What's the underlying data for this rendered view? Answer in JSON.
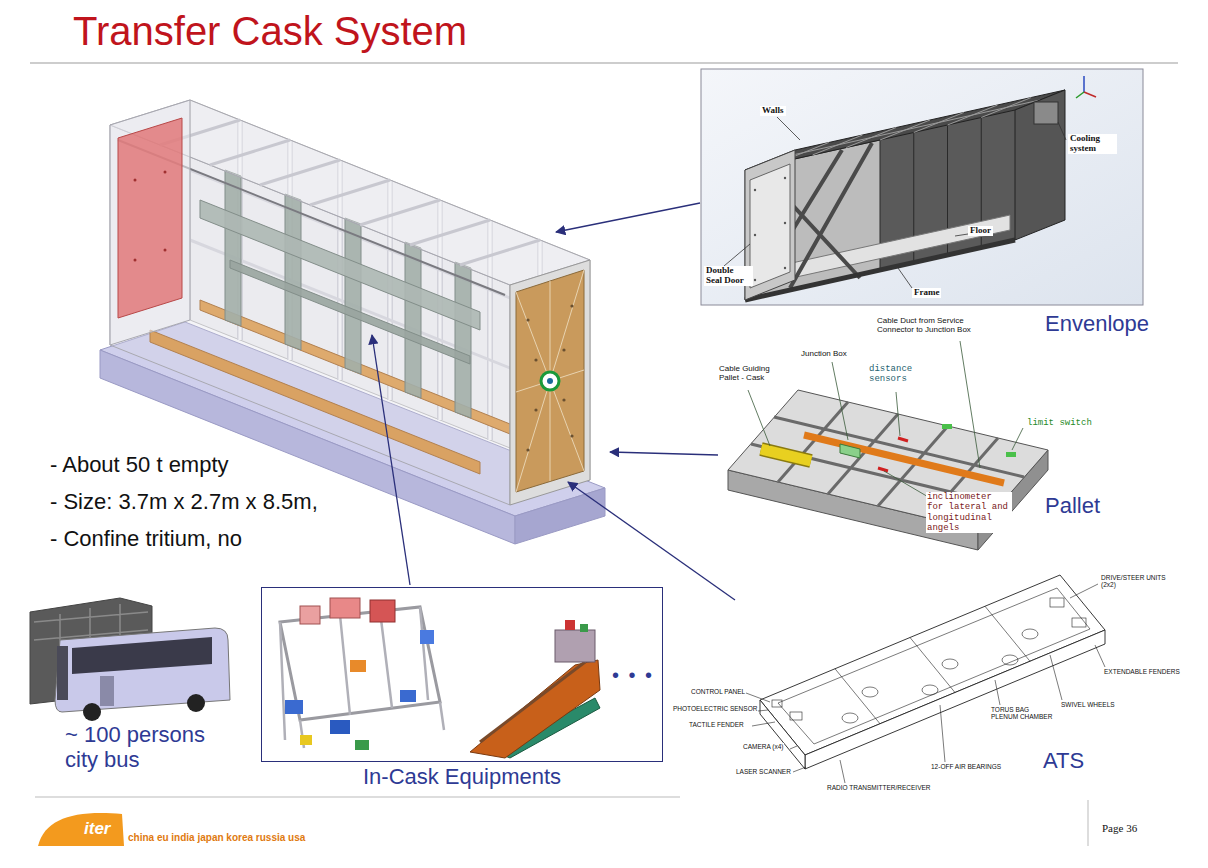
{
  "diagram": {
    "title": "Transfer Cask System",
    "nodes": [
      {
        "text": [
          "In-Cask Equipments"
        ]
      }
    ],
    "labels": [
      "Walls",
      "Cooling system",
      "Double Seal Door",
      "Floor",
      "Frame",
      "Envenlope",
      "Cable Duct from Service Connector to Junction Box",
      "Junction Box",
      "Cable Guiding Pallet - Cask",
      "distance sensors",
      "limit switch",
      "inclinometer for lateral and longitudinal angels",
      "Pallet",
      "- About 50 t empty",
      "- Size: 3.7m x 2.7m x 8.5m,",
      "- Confine tritium, no",
      "~ 100 persons city bus",
      "• • •",
      "DRIVE/STEER UNITS (2x2)",
      "EXTENDABLE FENDERS",
      "CONTROL PANEL",
      "PHOTOELECTRIC SENSOR",
      "TACTILE FENDER",
      "SWIVEL WHEELS",
      "CAMERA (x4)",
      "TORUS BAG PLENUM CHAMBER",
      "12-OFF AIR BEARINGS",
      "LASER SCANNER",
      "RADIO TRANSMITTER/RECEIVER",
      "ATS",
      "iter",
      "china eu india japan korea russia usa",
      "Page 36"
    ]
  }
}
